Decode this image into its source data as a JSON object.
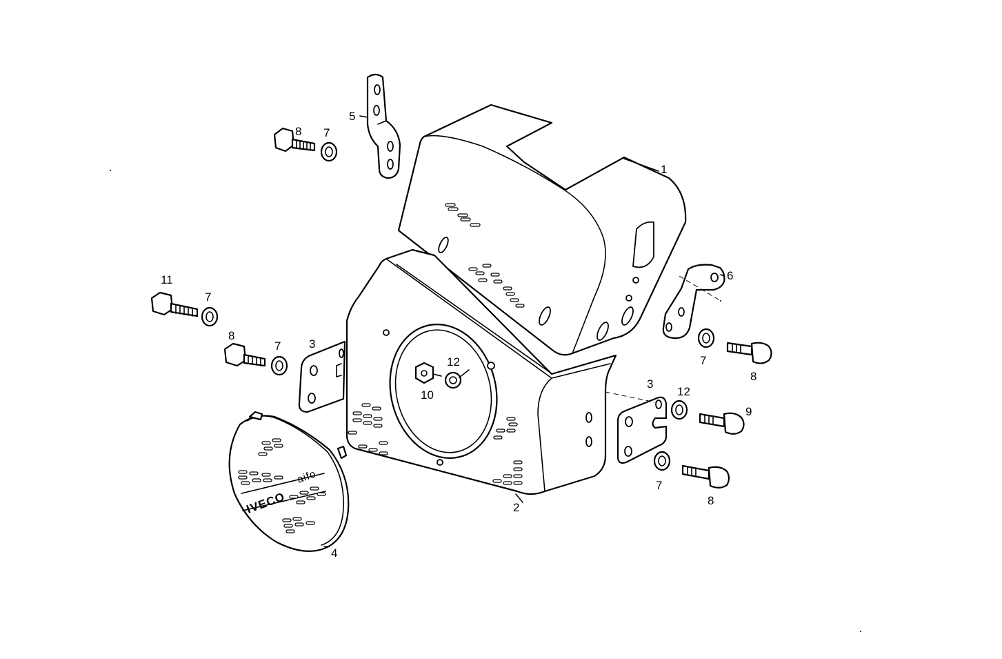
{
  "callouts": {
    "c1": "1",
    "c2": "2",
    "c3a": "3",
    "c3b": "3",
    "c4": "4",
    "c5": "5",
    "c6": "6",
    "c7a": "7",
    "c7b": "7",
    "c7c": "7",
    "c7d": "7",
    "c7e": "7",
    "c8a": "8",
    "c8b": "8",
    "c8c": "8",
    "c8d": "8",
    "c9": "9",
    "c10": "10",
    "c11": "11",
    "c12a": "12",
    "c12b": "12"
  },
  "cover_brand": {
    "name": "IVECO",
    "sub": "aifo"
  },
  "colors": {
    "line": "#000000",
    "background": "#ffffff"
  }
}
